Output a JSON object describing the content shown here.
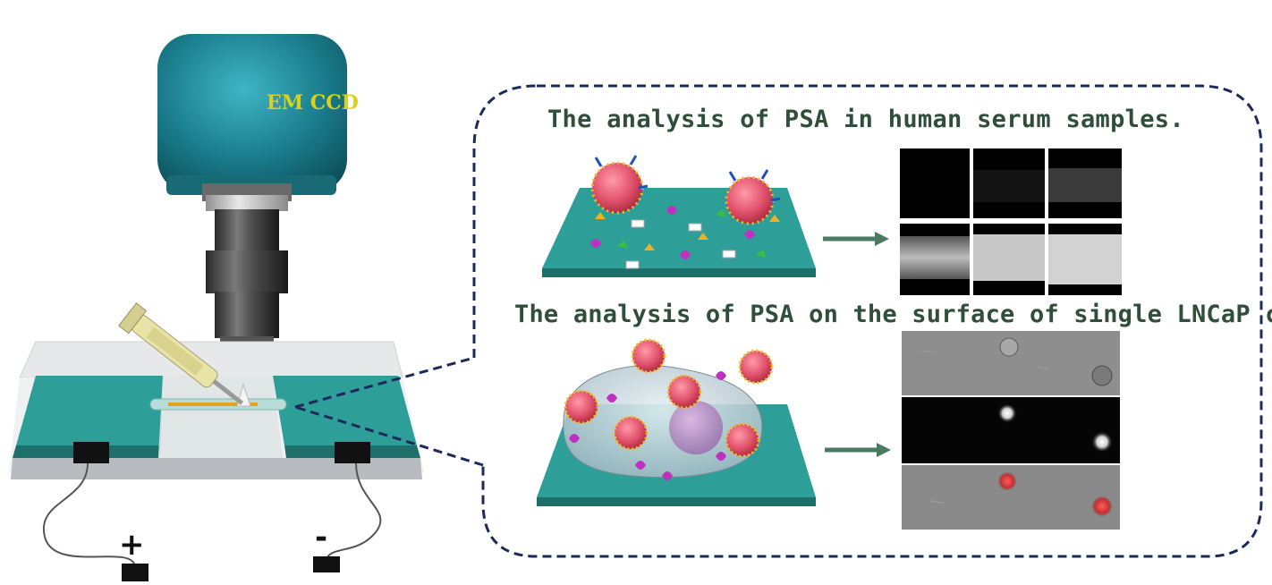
{
  "camera": {
    "label": "EM CCD"
  },
  "electrodes": {
    "positive": "+",
    "negative": "-"
  },
  "panel_serum": {
    "caption": "The analysis of PSA in human serum samples."
  },
  "panel_cell": {
    "caption": "The analysis of PSA on the surface of single LNCaP cell."
  },
  "colors": {
    "camera_body": "#1f7f8f",
    "chip_teal": "#2e9e98",
    "arrow": "#4a7a60",
    "dashed_callout": "#1b2a5a",
    "caption_text": "#2f4f3a",
    "nanoparticle": "#e0506a"
  }
}
